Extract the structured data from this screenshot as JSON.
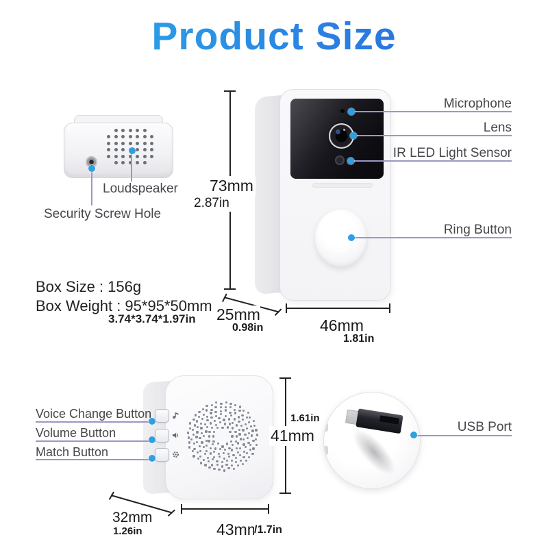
{
  "title": "Product Size",
  "colors": {
    "title_gradient_start": "#2BAAEB",
    "title_gradient_end": "#2A68DC",
    "callout_dot": "#2f9fe3",
    "callout_line": "#9898c8",
    "dimension_text": "#1a1a1a",
    "label_text": "#46464c"
  },
  "chime_bottom": {
    "labels": {
      "loudspeaker": "Loudspeaker",
      "screw": "Security Screw Hole"
    }
  },
  "doorbell": {
    "labels": {
      "microphone": "Microphone",
      "lens": "Lens",
      "ir": "IR LED Light Sensor",
      "ring": "Ring Button"
    },
    "dims": {
      "h_mm": "73mm",
      "h_in": "2.87in",
      "d_mm": "25mm",
      "d_in": "0.98in",
      "w_mm": "46mm",
      "w_in": "1.81in"
    }
  },
  "box_info": {
    "size": "Box Size : 156g",
    "weight": "Box Weight : 95*95*50mm",
    "weight_in": "3.74*3.74*1.97in"
  },
  "chime_front": {
    "labels": {
      "voice": "Voice Change Button",
      "volume": "Volume Button",
      "match": "Match Button"
    },
    "dims": {
      "h_mm": "41mm",
      "h_in": "1.61in",
      "d_mm": "32mm",
      "d_in": "1.26in",
      "w_mm": "43mm",
      "w_in": "/1.7in"
    }
  },
  "usb": {
    "label": "USB Port"
  }
}
